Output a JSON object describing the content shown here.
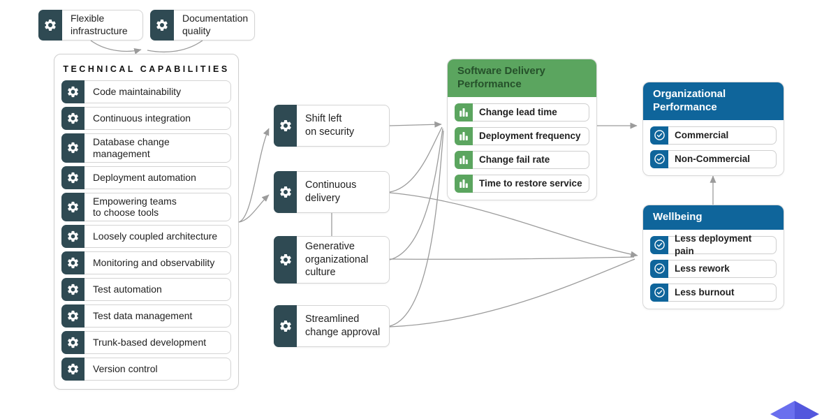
{
  "colors": {
    "gear_block": "#2F4A53",
    "green": "#5BA55F",
    "green_header_text": "#26512B",
    "blue": "#0F659B",
    "connector": "#9B9B9B",
    "border": "#D4D4D4",
    "purple_light": "#6A6FEE",
    "purple_dark": "#5357DD"
  },
  "top_nodes": [
    {
      "label": "Flexible\ninfrastructure"
    },
    {
      "label": "Documentation\nquality"
    }
  ],
  "technical_capabilities": {
    "title": "TECHNICAL CAPABILITIES",
    "items": [
      {
        "label": "Code maintainability"
      },
      {
        "label": "Continuous integration"
      },
      {
        "label": "Database change\nmanagement"
      },
      {
        "label": "Deployment automation"
      },
      {
        "label": "Empowering teams\nto choose tools"
      },
      {
        "label": "Loosely coupled architecture"
      },
      {
        "label": "Monitoring and observability"
      },
      {
        "label": "Test automation"
      },
      {
        "label": "Test data management"
      },
      {
        "label": "Trunk-based development"
      },
      {
        "label": "Version control"
      }
    ]
  },
  "process_nodes": [
    {
      "label": "Shift left\non security"
    },
    {
      "label": "Continuous\ndelivery"
    },
    {
      "label": "Generative\norganizational\nculture"
    },
    {
      "label": "Streamlined\nchange approval"
    }
  ],
  "outcomes": {
    "software_delivery_performance": {
      "title": "Software Delivery\nPerformance",
      "icon": "bar-chart-icon",
      "items": [
        {
          "label": "Change lead time"
        },
        {
          "label": "Deployment frequency"
        },
        {
          "label": "Change fail rate"
        },
        {
          "label": "Time to restore service"
        }
      ]
    },
    "organizational_performance": {
      "title": "Organizational\nPerformance",
      "icon": "check-circle-icon",
      "items": [
        {
          "label": "Commercial"
        },
        {
          "label": "Non-Commercial"
        }
      ]
    },
    "wellbeing": {
      "title": "Wellbeing",
      "icon": "check-circle-icon",
      "items": [
        {
          "label": "Less deployment pain"
        },
        {
          "label": "Less rework"
        },
        {
          "label": "Less burnout"
        }
      ]
    }
  }
}
